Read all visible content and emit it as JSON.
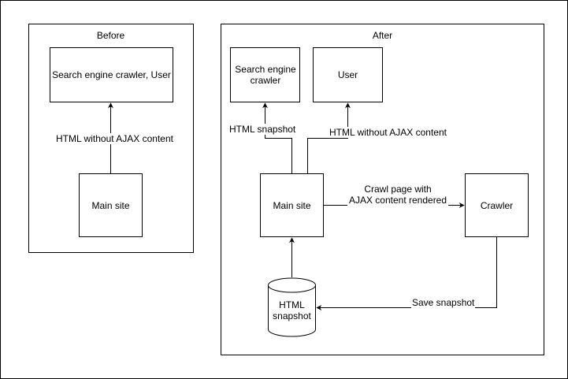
{
  "before": {
    "title": "Before",
    "consumer_box": "Search engine crawler, User",
    "main_site_box": "Main site",
    "edge_label": "HTML without AJAX content"
  },
  "after": {
    "title": "After",
    "crawler_target_box": "Search engine crawler",
    "user_box": "User",
    "main_site_box": "Main site",
    "crawler_box": "Crawler",
    "snapshot_store": "HTML snapshot",
    "label_html_snapshot": "HTML snapshot",
    "label_without_ajax": "HTML without AJAX content",
    "label_crawl_page": "Crawl page with\nAJAX content rendered",
    "label_save_snapshot": "Save snapshot"
  }
}
